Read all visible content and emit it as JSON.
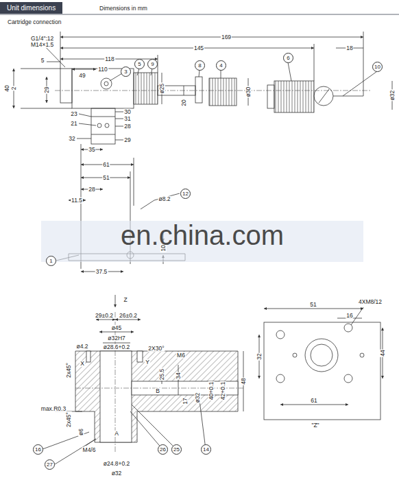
{
  "diagram": {
    "nodes": [
      {
        "text": [
          "Unit dimensions"
        ]
      },
      {
        "text": [
          "3"
        ]
      },
      {
        "text": [
          "5"
        ]
      },
      {
        "text": [
          "9"
        ]
      },
      {
        "text": [
          "8"
        ]
      },
      {
        "text": [
          "4"
        ]
      },
      {
        "text": [
          "6"
        ]
      },
      {
        "text": [
          "10"
        ]
      },
      {
        "text": [
          "12"
        ]
      },
      {
        "text": [
          "1"
        ]
      },
      {
        "text": [
          "16"
        ]
      },
      {
        "text": [
          "27"
        ]
      },
      {
        "text": [
          "26"
        ]
      },
      {
        "text": [
          "25"
        ]
      },
      {
        "text": [
          "14"
        ]
      }
    ],
    "labels": [
      "Dimensions in mm",
      "Cartridge connection",
      "G1/4\":12",
      "M14×1.5",
      "169",
      "145",
      "118",
      "110",
      "49",
      "5",
      "2",
      "18",
      "40",
      "29",
      "ø25",
      "20",
      "ø30",
      "ø32",
      "23",
      "21",
      "32",
      "30",
      "31",
      "28",
      "29",
      "35",
      "61",
      "51",
      "28",
      "11.5",
      "ø8.2",
      "10",
      "37.5",
      "en.china.com",
      "Z",
      "29±0.2",
      "26±0.2",
      "ø45",
      "ø32H7",
      "ø28.6+0.2",
      "ø4.2",
      "2X30°",
      "M6",
      "X",
      "Y",
      "2x45°",
      "25.5",
      "34",
      "17",
      "B",
      "ø32",
      "40+0.1",
      "42+0.1",
      "48",
      "max.R0.3",
      "2x45°",
      "ø6",
      "A",
      "M4/6",
      "ø24.8+0.2",
      "ø32",
      "51",
      "4XM8/12",
      "16",
      "32",
      "44",
      "61",
      "\"Z\""
    ]
  }
}
